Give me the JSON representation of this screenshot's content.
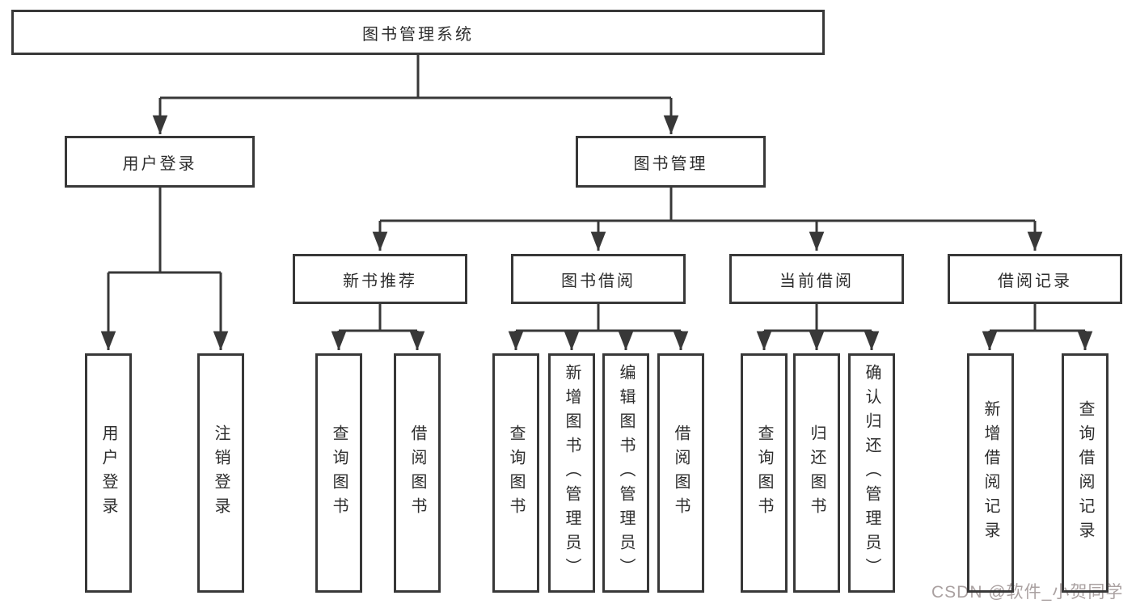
{
  "diagram": {
    "title": "图书管理系统",
    "branches": [
      {
        "label": "用户登录",
        "children": [
          {
            "label": "用户登录"
          },
          {
            "label": "注销登录"
          }
        ]
      },
      {
        "label": "图书管理",
        "children": [
          {
            "label": "新书推荐",
            "children": [
              {
                "label": "查询图书"
              },
              {
                "label": "借阅图书"
              }
            ]
          },
          {
            "label": "图书借阅",
            "children": [
              {
                "label": "查询图书"
              },
              {
                "label": "新增图书（管理员）"
              },
              {
                "label": "编辑图书（管理员）"
              },
              {
                "label": "借阅图书"
              }
            ]
          },
          {
            "label": "当前借阅",
            "children": [
              {
                "label": "查询图书"
              },
              {
                "label": "归还图书"
              },
              {
                "label": "确认归还（管理员）"
              }
            ]
          },
          {
            "label": "借阅记录",
            "children": [
              {
                "label": "新增借阅记录"
              },
              {
                "label": "查询借阅记录"
              }
            ]
          }
        ]
      }
    ]
  },
  "watermark": {
    "text": "CSDN @软件_小贺同学"
  },
  "colors": {
    "line": "#383838",
    "box_border": "#383838",
    "text": "#2d2d2d",
    "background": "#ffffff",
    "watermark": "#aaa1a1"
  }
}
